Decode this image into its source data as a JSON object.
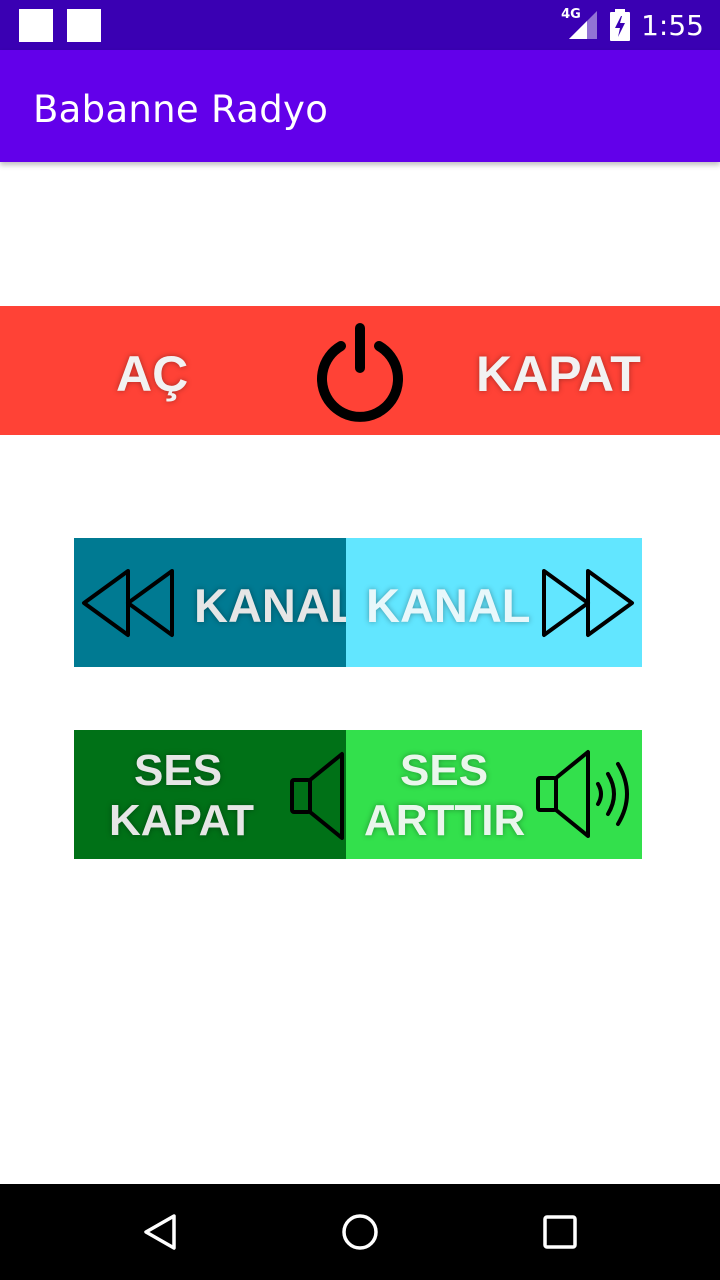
{
  "status_bar": {
    "network": "4G",
    "time": "1:55"
  },
  "app_bar": {
    "title": "Babanne Radyo"
  },
  "power": {
    "on_label": "AÇ",
    "off_label": "KAPAT"
  },
  "channel": {
    "prev_label": "KANAL",
    "next_label": "KANAL"
  },
  "volume": {
    "mute_line1": "SES",
    "mute_line2": "KAPAT",
    "up_line1": "SES",
    "up_line2": "ARTTIR"
  },
  "colors": {
    "status_bar": "#3a00b3",
    "app_bar": "#6200ea",
    "power_strip": "#ff4236",
    "channel_prev": "#007a92",
    "channel_next": "#62e6ff",
    "volume_mute": "#007117",
    "volume_up": "#33e04c"
  }
}
